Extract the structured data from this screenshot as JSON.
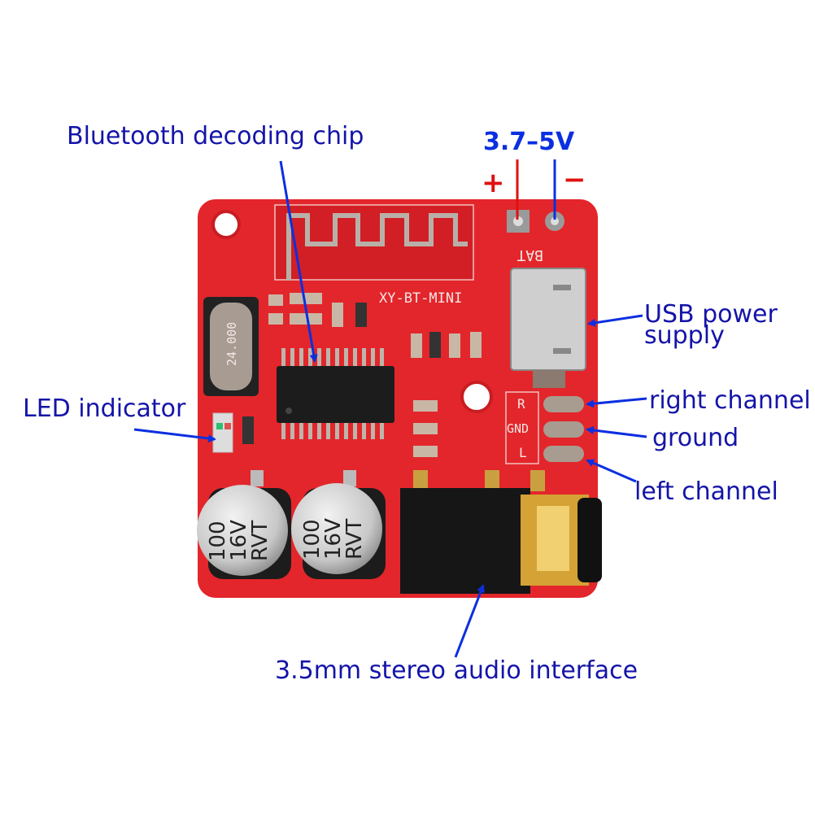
{
  "labels": {
    "chip": "Bluetooth decoding chip",
    "voltage": "3.7–5V",
    "plus": "+",
    "minus": "−",
    "usb_line1": "USB power",
    "usb_line2": "supply",
    "right": "right channel",
    "ground": "ground",
    "left": "left channel",
    "led": "LED indicator",
    "jack": "3.5mm stereo audio interface"
  },
  "board": {
    "model": "XY-BT-MINI",
    "crystal": "24.000",
    "bat": "BAT",
    "pad_r": "R",
    "pad_gnd": "GND",
    "pad_l": "L",
    "cap_line1": "100",
    "cap_line2": "16V",
    "cap_line3": "RVT"
  },
  "colors": {
    "board": "#e3262b",
    "label": "#1414a8",
    "arrow": "#0b2fe0",
    "positive": "#e01010"
  }
}
